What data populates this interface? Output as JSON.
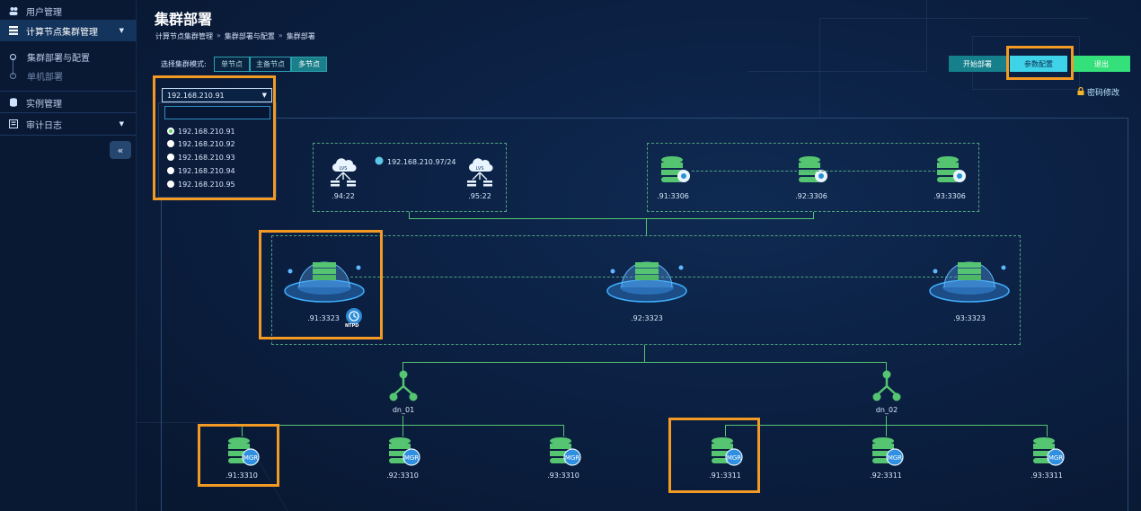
{
  "sidebar": {
    "items": [
      {
        "label": "用户管理",
        "icon": "users-icon"
      },
      {
        "label": "计算节点集群管理",
        "icon": "server-list-icon"
      },
      {
        "label": "实例管理",
        "icon": "database-icon"
      },
      {
        "label": "审计日志",
        "icon": "log-icon"
      }
    ],
    "sub_items": [
      {
        "label": "集群部署与配置"
      },
      {
        "label": "单机部署"
      }
    ],
    "collapse_label": "«"
  },
  "header": {
    "title": "集群部署",
    "breadcrumb": [
      "计算节点集群管理",
      "集群部署与配置",
      "集群部署"
    ],
    "breadcrumb_sep": "»"
  },
  "mode": {
    "label": "选择集群模式:",
    "options": [
      "单节点",
      "主备节点",
      "多节点"
    ],
    "selected": "多节点"
  },
  "toolbar": {
    "start_label": "开始部署",
    "config_label": "参数配置",
    "exit_label": "退出",
    "password_label": "密码修改"
  },
  "host_select": {
    "value": "192.168.210.91",
    "search_value": "",
    "options": [
      "192.168.210.91",
      "192.168.210.92",
      "192.168.210.93",
      "192.168.210.94",
      "192.168.210.95"
    ],
    "selected": "192.168.210.91"
  },
  "topology": {
    "lvs": {
      "vip": "192.168.210.97/24",
      "nodes": [
        ".94:22",
        ".95:22"
      ]
    },
    "config_db": [
      ".91:3306",
      ".92:3306",
      ".93:3306"
    ],
    "compute_nodes": [
      ".91:3323",
      ".92:3323",
      ".93:3323"
    ],
    "ntpd_label": "NTPD",
    "data_nodes": [
      {
        "name": "dn_01",
        "members": [
          ".91:3310",
          ".92:3310",
          ".93:3310"
        ]
      },
      {
        "name": "dn_02",
        "members": [
          ".91:3311",
          ".92:3311",
          ".93:3311"
        ]
      }
    ],
    "mgr_label": "MGR"
  },
  "colors": {
    "accent_green": "#56c571",
    "highlight_orange": "#f39a24",
    "config_button": "#3fd3ea",
    "exit_button": "#34e07a",
    "start_button": "#15808c"
  }
}
